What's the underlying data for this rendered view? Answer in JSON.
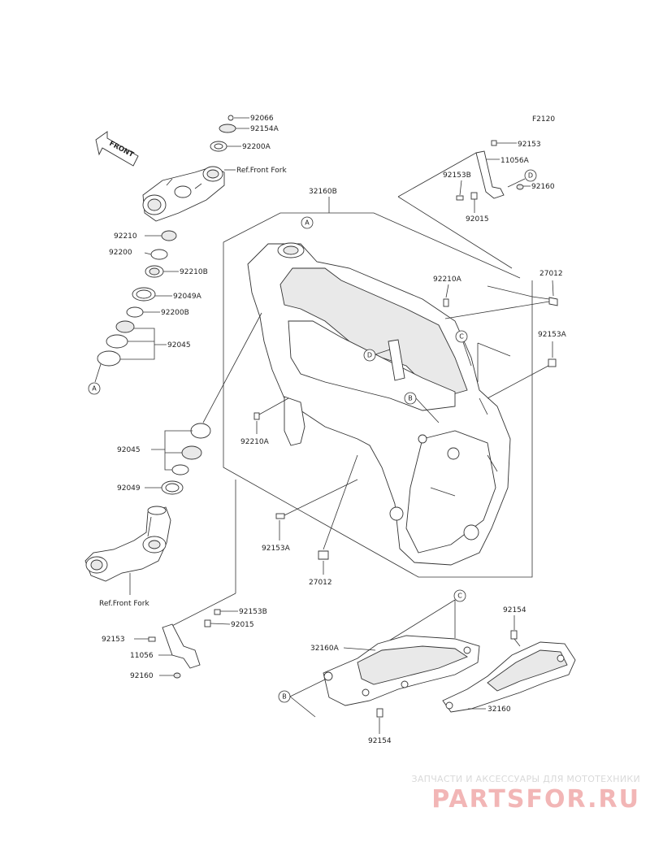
{
  "figure_code": "F2120",
  "front_label": "FRONT",
  "parts": {
    "p92066": "92066",
    "p92154A": "92154A",
    "p92200A": "92200A",
    "ref_front_fork_top": "Ref.Front Fork",
    "p92210": "92210",
    "p92200": "92200",
    "p92210B": "92210B",
    "p92049A": "92049A",
    "p92200B": "92200B",
    "p92045_top": "92045",
    "p32160B": "32160B",
    "p92153_tr": "92153",
    "p11056A": "11056A",
    "p92153B_tr": "92153B",
    "p92160_tr": "92160",
    "p92015_tr": "92015",
    "p92210A_r": "92210A",
    "p27012_r": "27012",
    "p92153A_r": "92153A",
    "p92045_mid": "92045",
    "p92049": "92049",
    "p92210A_l": "92210A",
    "p92153A_c": "92153A",
    "p27012_c": "27012",
    "ref_front_fork_bot": "Ref.Front Fork",
    "p92153B_bl": "92153B",
    "p92015_bl": "92015",
    "p92153_bl": "92153",
    "p11056": "11056",
    "p92160_bl": "92160",
    "p32160A": "32160A",
    "p92154_r": "92154",
    "p32160": "32160",
    "p92154_b": "92154"
  },
  "callouts": {
    "A": "A",
    "B": "B",
    "C": "C",
    "D": "D"
  },
  "watermark": {
    "tagline": "ЗАПЧАСТИ И АКСЕССУАРЫ ДЛЯ МОТОТЕХНИКИ",
    "brand": "PARTSFOR.RU"
  }
}
